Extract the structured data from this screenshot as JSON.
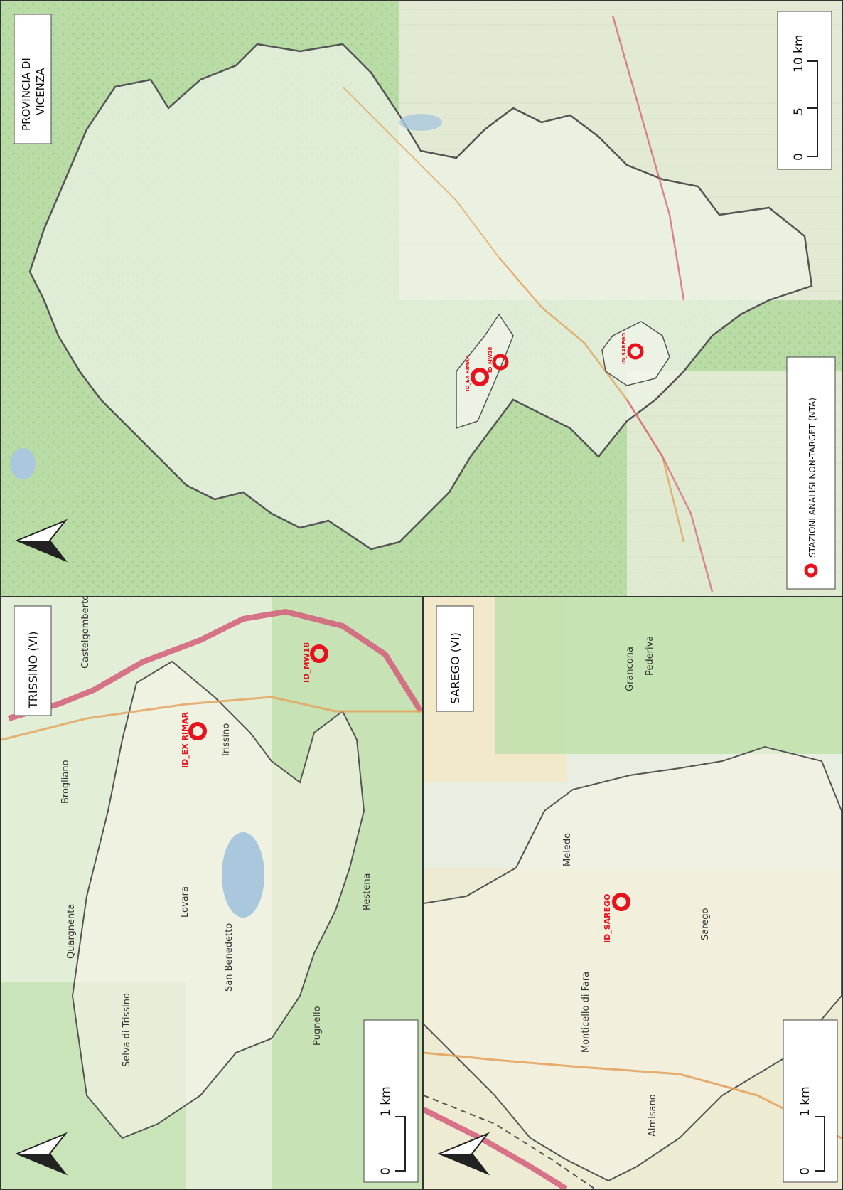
{
  "colors": {
    "forest": "#bfe0ac",
    "forest_dark": "#8bc26d",
    "plain": "#e9efe0",
    "farmland": "#f3e7c8",
    "boundary": "#555555",
    "road_major": "#e3a05a",
    "highway": "#d35d7a",
    "water": "#a9c8dd",
    "marker": "#e8121f",
    "label": "#e8121f"
  },
  "main_map": {
    "title": "PROVINCIA DI VICENZA",
    "title_line1": "PROVINCIA DI",
    "title_line2": "VICENZA",
    "north_arrow_icon": "north-arrow-icon",
    "scale_bar": {
      "ticks": [
        "0",
        "5",
        "10 km"
      ]
    },
    "legend": {
      "marker_icon": "ring-marker-icon",
      "label": "STAZIONI ANALISI NON-TARGET (NTA)"
    },
    "stations": [
      {
        "id": "ID_EX RIMAR"
      },
      {
        "id": "ID_MW18"
      },
      {
        "id": "ID_SAREGO"
      }
    ]
  },
  "trissino_map": {
    "title": "TRISSINO (VI)",
    "north_arrow_icon": "north-arrow-icon",
    "scale_bar": {
      "ticks": [
        "0",
        "1 km"
      ]
    },
    "places": [
      "Castelgomberto",
      "Brogliano",
      "Trissino",
      "Lovara",
      "San Benedetto",
      "Quargnenta",
      "Selva di Trissino",
      "Pugnello",
      "Restena"
    ],
    "stations": [
      {
        "id": "ID_EX RIMAR"
      },
      {
        "id": "ID_MW18"
      }
    ]
  },
  "sarego_map": {
    "title": "SAREGO (VI)",
    "north_arrow_icon": "north-arrow-icon",
    "scale_bar": {
      "ticks": [
        "0",
        "1 km"
      ]
    },
    "places": [
      "Grancona",
      "Pederiva",
      "Meledo",
      "Sarego",
      "Monticello di Fara",
      "Almisano"
    ],
    "stations": [
      {
        "id": "ID_SAREGO"
      }
    ]
  }
}
